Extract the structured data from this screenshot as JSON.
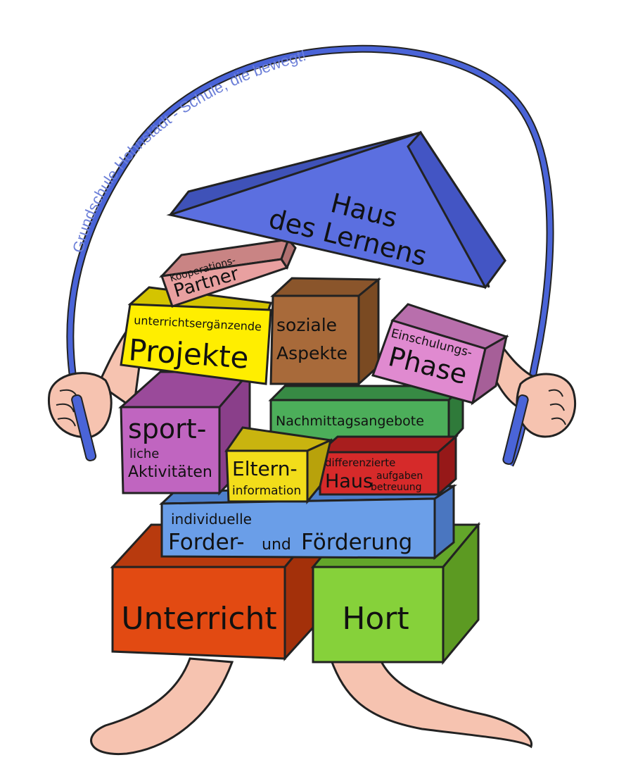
{
  "arc_text": "Grundschule Hohnstädt - Schule, die bewegt!",
  "roof": {
    "line1": "Haus",
    "line2": "des Lernens"
  },
  "blocks": {
    "kooperation": {
      "line1": "Kooperations-",
      "line2": "Partner"
    },
    "projekte": {
      "line1": "unterrichtsergänzende",
      "line2": "Projekte"
    },
    "soziale": {
      "line1": "soziale",
      "line2": "Aspekte"
    },
    "einschulung": {
      "line1": "Einschulungs-",
      "line2": "Phase"
    },
    "sport": {
      "line1": "sport-",
      "line2": "liche",
      "line3": "Aktivitäten"
    },
    "nachmittag": {
      "line1": "Nachmittagsangebote"
    },
    "eltern": {
      "line1": "Eltern-",
      "line2": "information"
    },
    "hausaufgaben": {
      "line1": "differenzierte",
      "line2": "Haus",
      "line3": "aufgaben",
      "line4": "betreuung"
    },
    "foerderung": {
      "line1": "individuelle",
      "line2a": "Forder-",
      "line2b": "und",
      "line2c": "Förderung"
    },
    "unterricht": {
      "line1": "Unterricht"
    },
    "hort": {
      "line1": "Hort"
    }
  },
  "colors": {
    "roof": "#5b6fe0",
    "rope": "#4a64d8",
    "skin": "#f6c3b0",
    "kooperation": "#e8a0a0",
    "projekte": "#ffee00",
    "soziale": "#a86a3a",
    "einschulung": "#e08ad0",
    "sport": "#c065c0",
    "nachmittag": "#4cae5a",
    "eltern": "#f2dd1a",
    "hausaufgaben": "#d62a2a",
    "foerderung": "#6a9ee8",
    "unterricht": "#e24a12",
    "hort": "#86d13a",
    "arc_text": "#6c7fd8"
  }
}
